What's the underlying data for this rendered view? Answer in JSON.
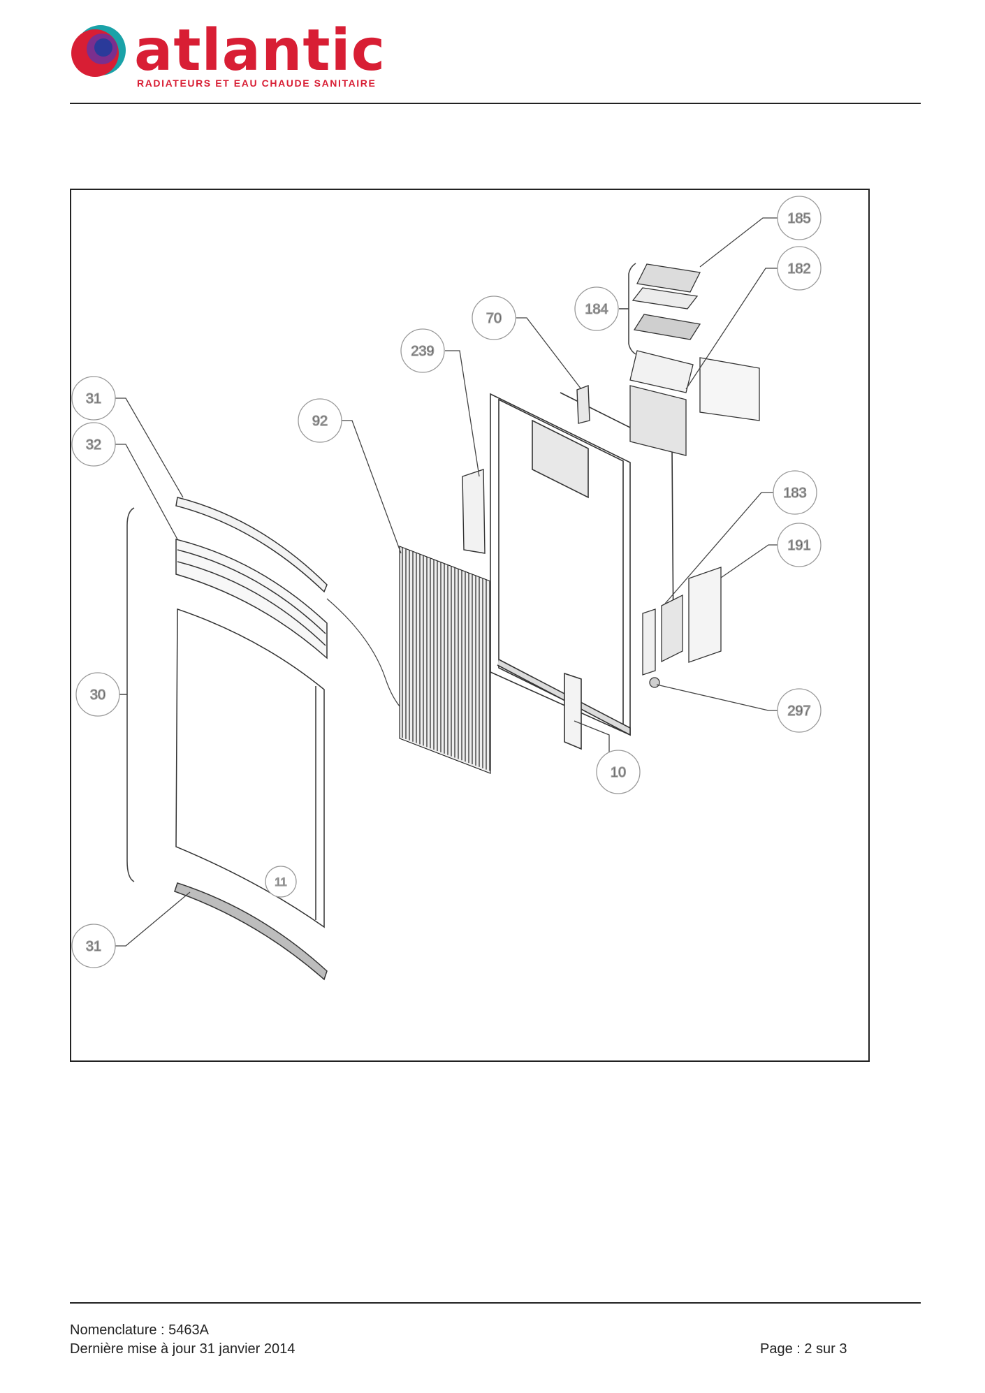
{
  "header": {
    "brand_name": "atlantic",
    "tagline": "RADIATEURS ET EAU CHAUDE SANITAIRE",
    "colors": {
      "brand_red": "#d81e34",
      "logo_blue": "#2a3a9a",
      "logo_purple": "#7a2f8e",
      "logo_teal": "#1aa2a8"
    }
  },
  "diagram": {
    "callouts": {
      "c185": "185",
      "c182": "182",
      "c184": "184",
      "c70": "70",
      "c239": "239",
      "c31a": "31",
      "c32": "32",
      "c92": "92",
      "c183": "183",
      "c191": "191",
      "c30": "30",
      "c297": "297",
      "c10": "10",
      "c11": "11",
      "c31b": "31"
    }
  },
  "footer": {
    "nomenclature": "Nomenclature : 5463A",
    "last_update": "Dernière mise à jour 31 janvier 2014",
    "page": "Page : 2 sur 3"
  }
}
